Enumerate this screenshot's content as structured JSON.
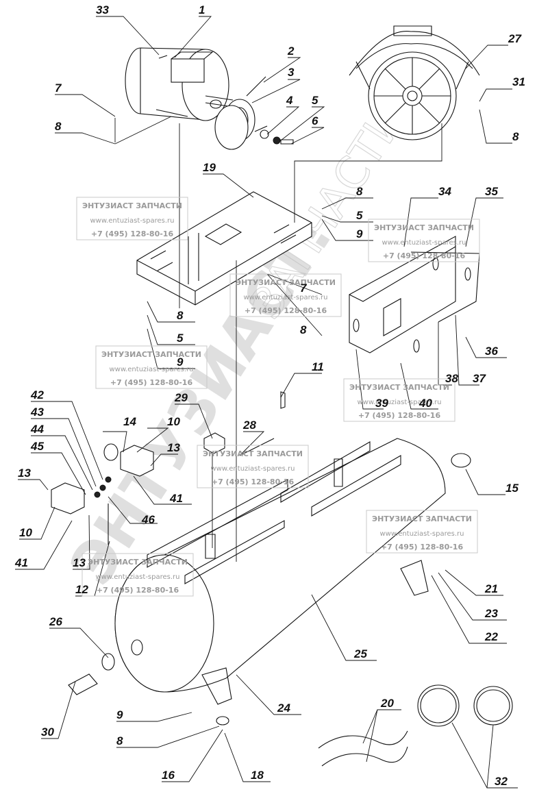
{
  "watermark": {
    "title": "ЭНТУЗИАСТ ЗАПЧАСТИ",
    "site": "www.entuziast-spares.ru",
    "phone": "+7 (495) 128-80-16",
    "big_text": "ЭНТУЗИАСТ!",
    "thin_text": "ЗАПЧАСТИ"
  },
  "callouts": [
    "33",
    "1",
    "2",
    "3",
    "4",
    "5",
    "6",
    "7",
    "8",
    "27",
    "31",
    "8",
    "19",
    "8",
    "5",
    "9",
    "34",
    "35",
    "7",
    "8",
    "8",
    "5",
    "9",
    "36",
    "37",
    "38",
    "39",
    "40",
    "11",
    "29",
    "28",
    "42",
    "43",
    "44",
    "45",
    "14",
    "10",
    "13",
    "41",
    "46",
    "13",
    "10",
    "41",
    "13",
    "12",
    "15",
    "21",
    "23",
    "22",
    "25",
    "26",
    "24",
    "9",
    "8",
    "30",
    "16",
    "18",
    "20",
    "32"
  ]
}
